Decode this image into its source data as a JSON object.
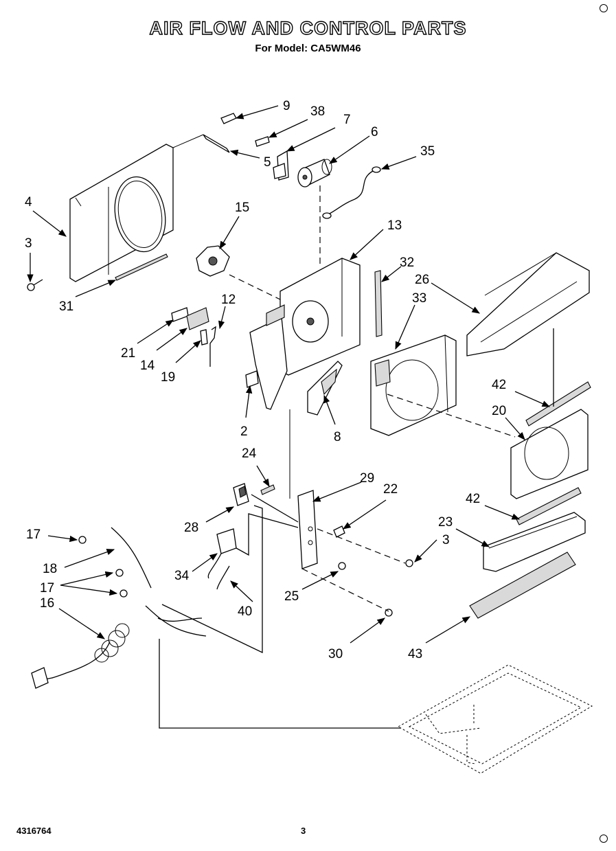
{
  "header": {
    "title": "AIR FLOW AND CONTROL PARTS",
    "subtitle": "For Model: CA5WM46"
  },
  "footer": {
    "part_number": "4316764",
    "page_number": "3"
  },
  "callouts": [
    "9",
    "38",
    "7",
    "6",
    "35",
    "5",
    "4",
    "15",
    "13",
    "3",
    "32",
    "26",
    "31",
    "33",
    "12",
    "21",
    "14",
    "19",
    "2",
    "8",
    "42",
    "20",
    "24",
    "29",
    "22",
    "42",
    "23",
    "28",
    "3",
    "17",
    "34",
    "18",
    "25",
    "17",
    "40",
    "16",
    "30",
    "43"
  ]
}
